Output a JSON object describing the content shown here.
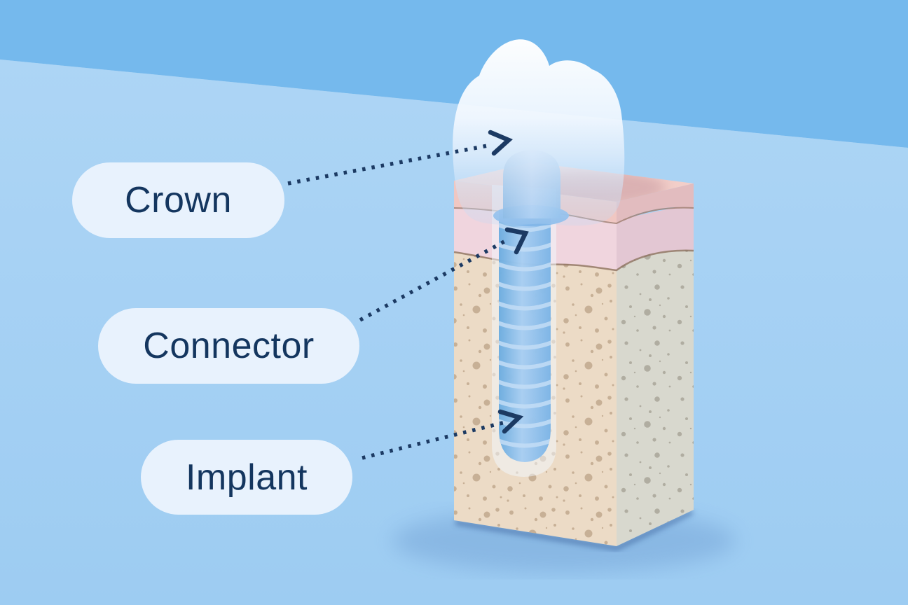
{
  "illustration": {
    "subject": "dental-implant-cutaway",
    "labels": [
      {
        "id": "crown",
        "label": "Crown"
      },
      {
        "id": "connector",
        "label": "Connector"
      },
      {
        "id": "implant",
        "label": "Implant"
      }
    ],
    "colors": {
      "background_wall": "#75b9ed",
      "background_floor": "#a3d0f3",
      "label_pill_bg": "#e8f2fd",
      "label_text": "#14365f",
      "arrow": "#1c3a63",
      "gum_top_layer": "#f0c7c2",
      "gum_lower_layer": "#f0d5de",
      "bone_front": "#ecdbc6",
      "bone_side": "#d8d8ce",
      "implant_blue": "#7cb5e8",
      "crown_white": "#ffffff"
    }
  }
}
